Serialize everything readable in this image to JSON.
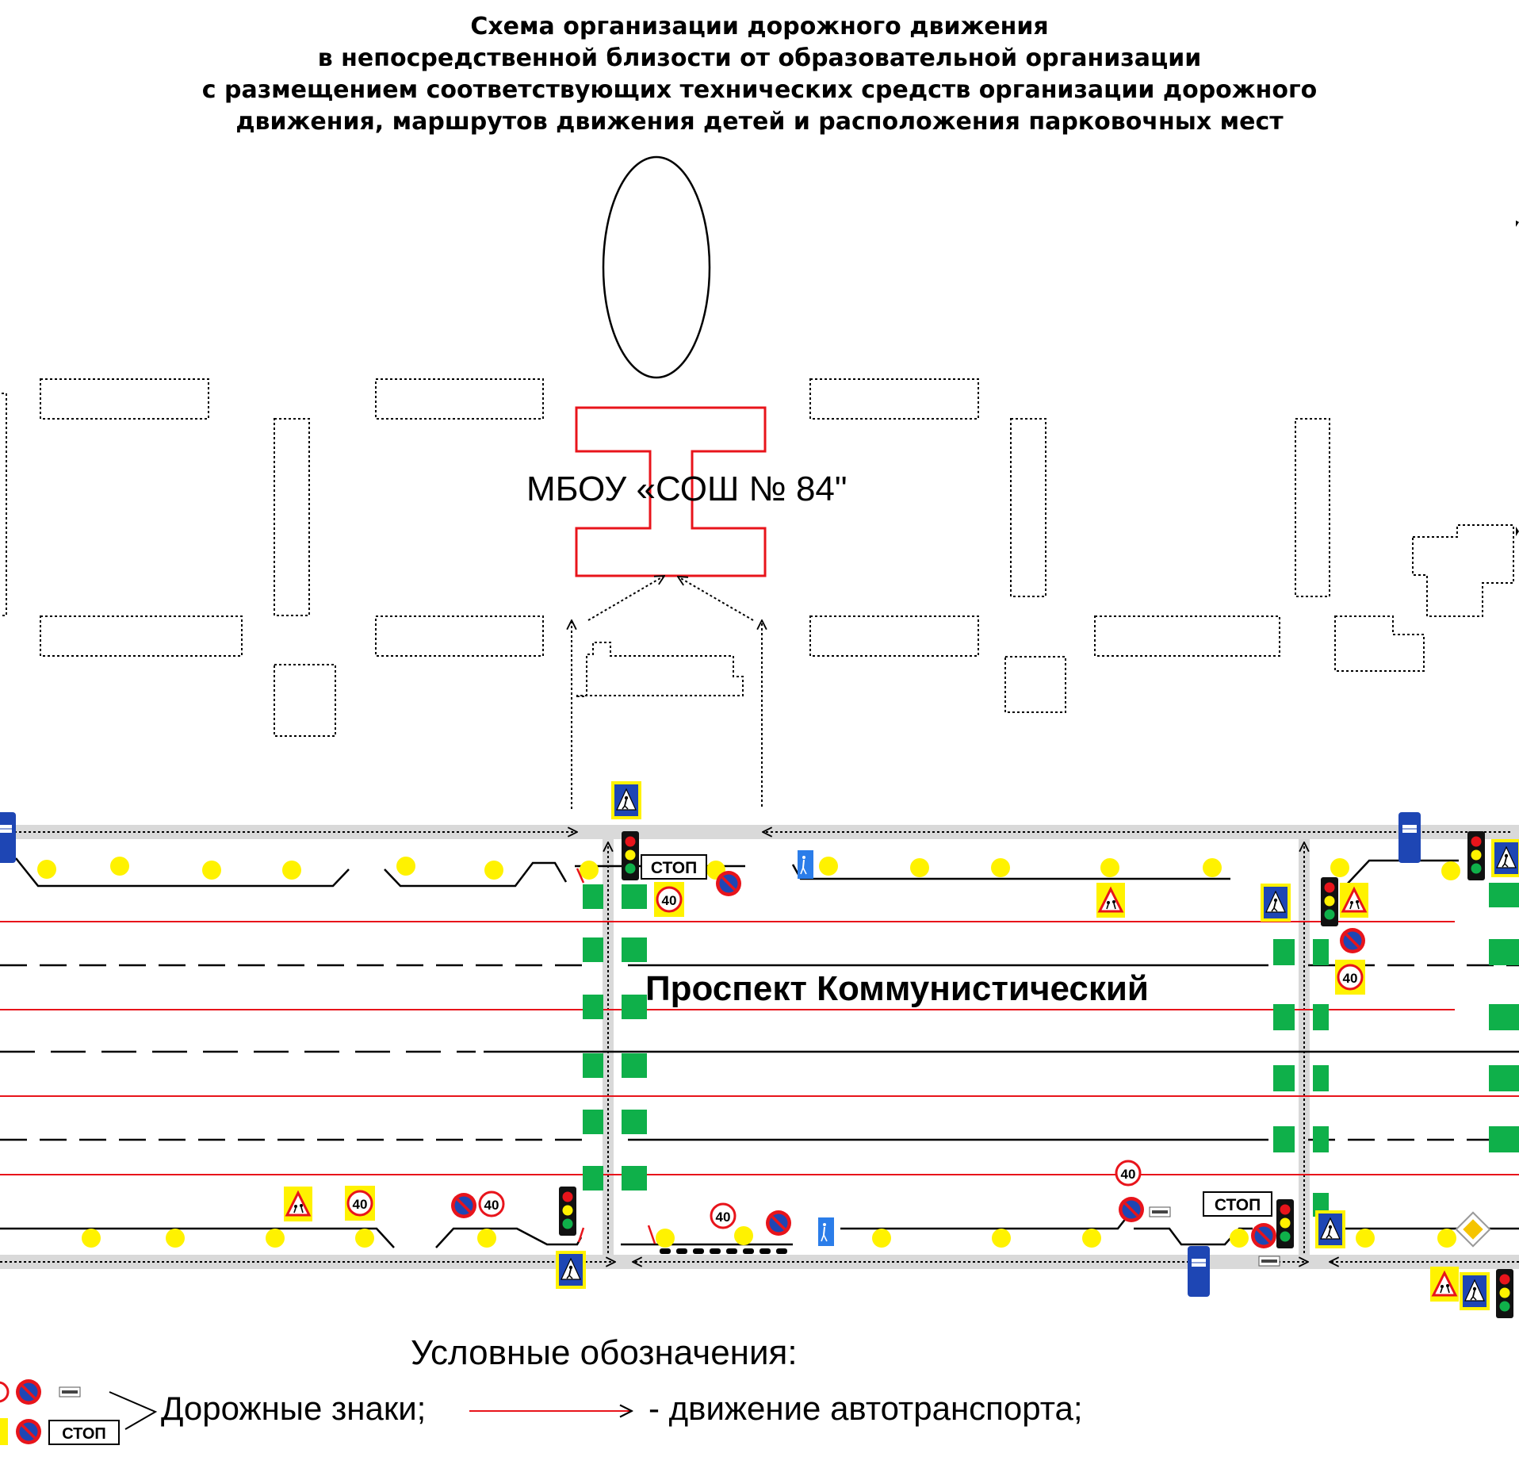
{
  "title": {
    "line1": "Схема организации дорожного движения",
    "line2": "в непосредственной близости от образовательной организации",
    "line3": "с размещением соответствующих технических средств организации дорожного",
    "line4": "движения, маршрутов движения детей и расположения парковочных мест"
  },
  "school": {
    "label": "МБОУ «СОШ № 84\""
  },
  "road": {
    "name": "Проспект Коммунистический"
  },
  "signs": {
    "stop_text": "СТОП",
    "speed_limit": "40"
  },
  "legend": {
    "title": "Условные обозначения:",
    "road_signs": "Дорожные знаки;",
    "traffic_movement": "- движение автотранспорта;"
  },
  "colors": {
    "traffic": "#e8141b",
    "crosswalk": "#0fb04a",
    "parking": "#fff200",
    "sign_blue": "#1e46b4",
    "sidewalk": "#d9d9d9"
  }
}
